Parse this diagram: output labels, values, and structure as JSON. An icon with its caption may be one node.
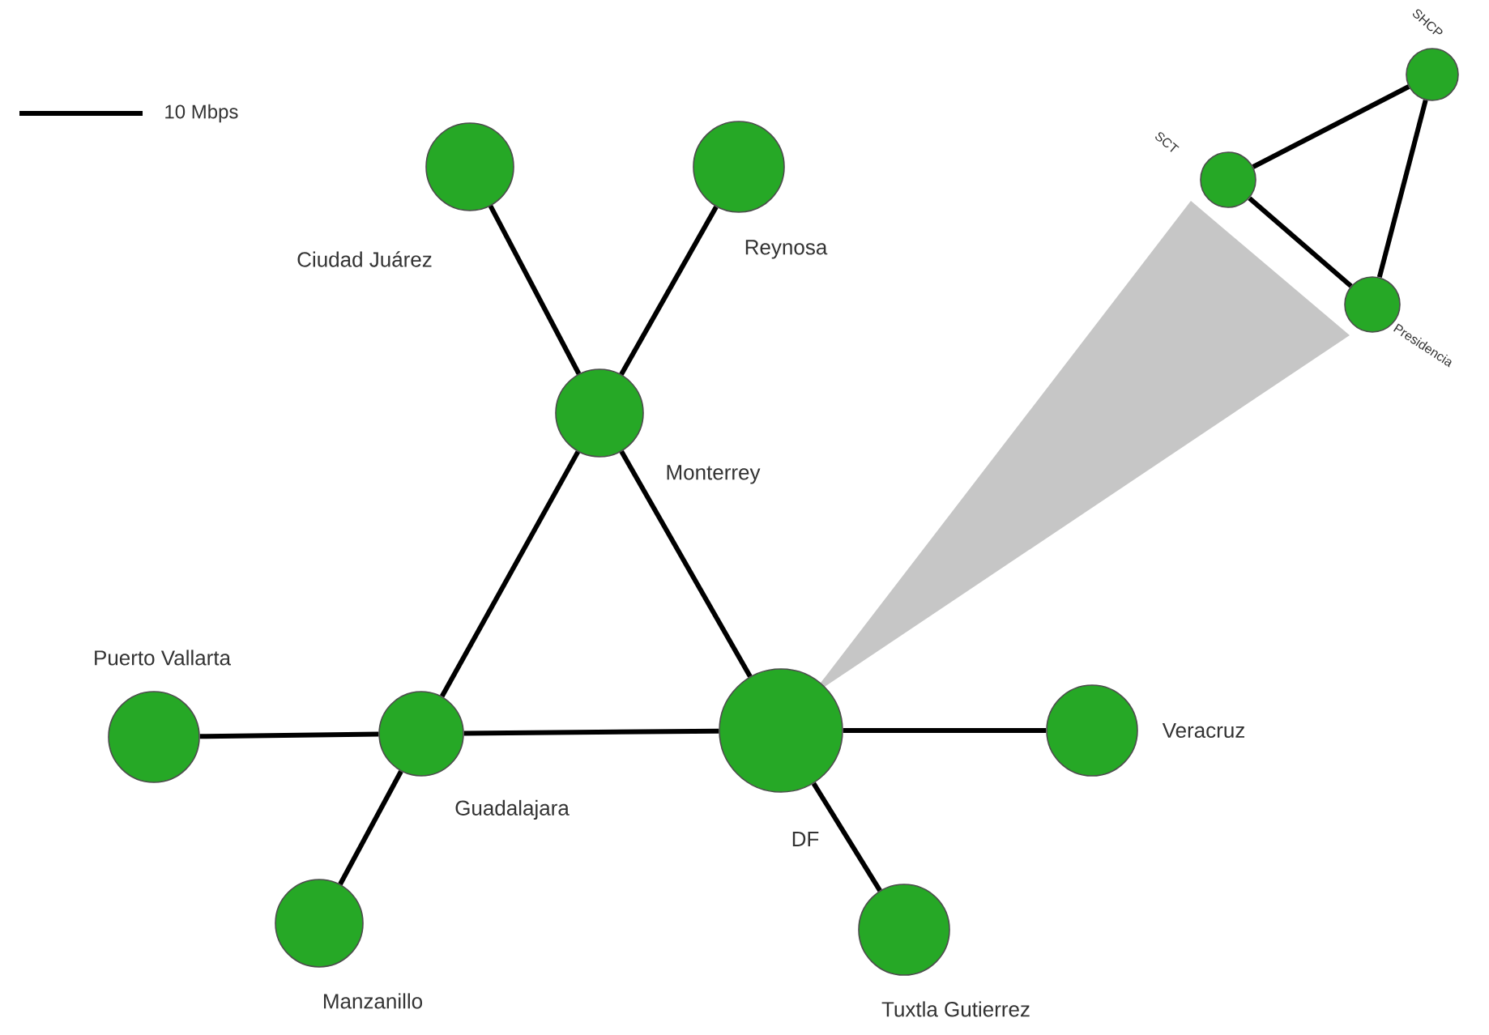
{
  "diagram": {
    "nodes": [
      {
        "text": [],
        "shape": "circle",
        "beside": [
          "Ciudad Juárez"
        ]
      },
      {
        "text": [],
        "shape": "circle",
        "beside": [
          "Reynosa"
        ]
      },
      {
        "text": [],
        "shape": "circle",
        "beside": [
          "Monterrey"
        ]
      },
      {
        "text": [],
        "shape": "circle",
        "beside": [
          "Puerto Vallarta"
        ]
      },
      {
        "text": [],
        "shape": "circle",
        "beside": [
          "Guadalajara"
        ]
      },
      {
        "text": [],
        "shape": "circle",
        "beside": [
          "DF"
        ]
      },
      {
        "text": [],
        "shape": "circle",
        "beside": [
          "Veracruz"
        ]
      },
      {
        "text": [],
        "shape": "circle",
        "beside": [
          "Manzanillo"
        ]
      },
      {
        "text": [],
        "shape": "circle",
        "beside": [
          "Tuxtla Gutierrez"
        ]
      },
      {
        "text": [],
        "shape": "circle",
        "beside": [
          "SHCP"
        ]
      },
      {
        "text": [],
        "shape": "circle",
        "beside": [
          "SCT"
        ]
      },
      {
        "text": [],
        "shape": "circle",
        "beside": [
          "Presidencia"
        ]
      }
    ],
    "edges": [
      {
        "from": 0,
        "to": 2,
        "arrow": "none"
      },
      {
        "from": 1,
        "to": 2,
        "arrow": "none"
      },
      {
        "from": 2,
        "to": 4,
        "arrow": "none"
      },
      {
        "from": 2,
        "to": 5,
        "arrow": "none"
      },
      {
        "from": 3,
        "to": 4,
        "arrow": "none"
      },
      {
        "from": 4,
        "to": 5,
        "arrow": "none"
      },
      {
        "from": 5,
        "to": 6,
        "arrow": "none"
      },
      {
        "from": 4,
        "to": 7,
        "arrow": "none"
      },
      {
        "from": 5,
        "to": 8,
        "arrow": "none"
      },
      {
        "from": 10,
        "to": 9,
        "arrow": "none"
      },
      {
        "from": 10,
        "to": 11,
        "arrow": "none"
      },
      {
        "from": 9,
        "to": 11,
        "arrow": "none"
      }
    ],
    "legend": [
      {
        "text": "10 Mbps"
      }
    ]
  }
}
